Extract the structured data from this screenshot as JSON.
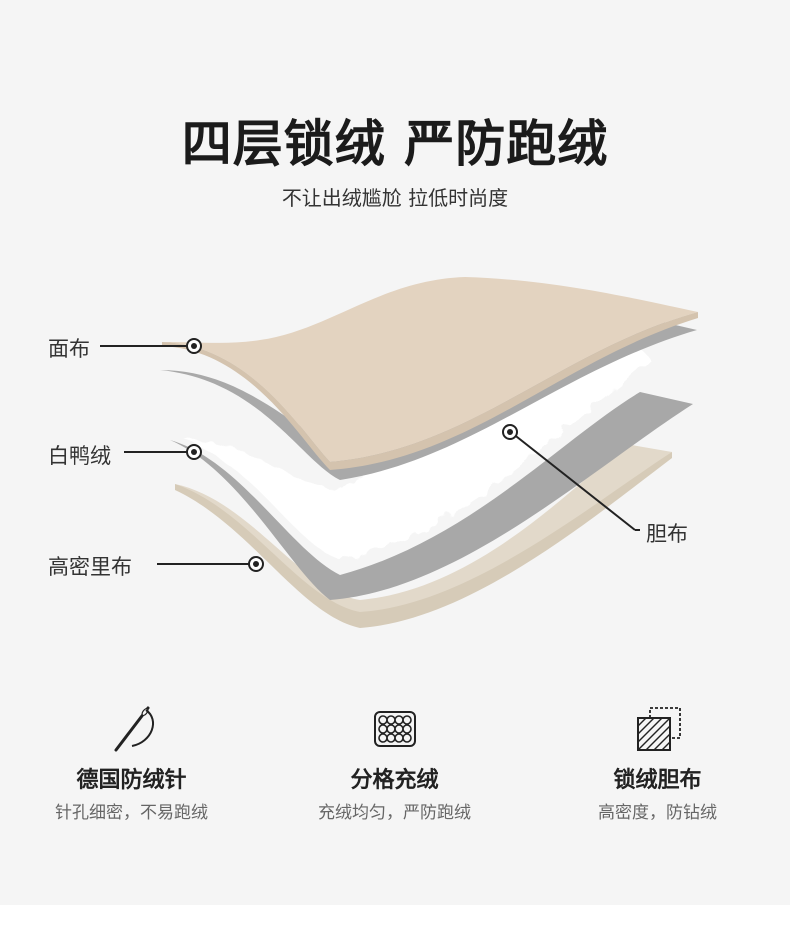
{
  "header": {
    "title": "四层锁绒 严防跑绒",
    "subtitle": "不让出绒尴尬 拉低时尚度"
  },
  "layers": {
    "face": "面布",
    "down": "白鸭绒",
    "inner": "胆布",
    "lining": "高密里布"
  },
  "features": [
    {
      "icon": "needle-icon",
      "title": "德国防绒针",
      "desc": "针孔细密，不易跑绒"
    },
    {
      "icon": "grid-icon",
      "title": "分格充绒",
      "desc": "充绒均匀，严防跑绒"
    },
    {
      "icon": "fabric-icon",
      "title": "锁绒胆布",
      "desc": "高密度，防钻绒"
    }
  ],
  "colors": {
    "face": "#e3d3c0",
    "gray": "#a9a9a9",
    "down": "#ffffff",
    "lining": "#e2d9ca"
  }
}
